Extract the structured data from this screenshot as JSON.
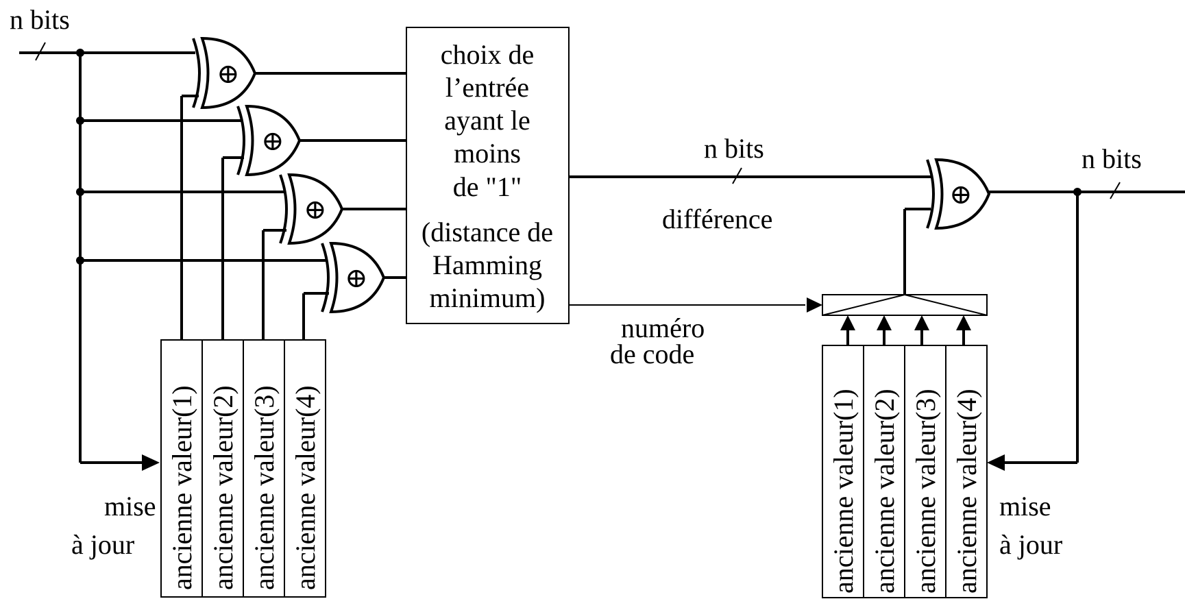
{
  "labels": {
    "input_bits": "n bits",
    "diff_bits": "n bits",
    "output_bits": "n bits",
    "difference": "différence",
    "code_number_line1": "numéro",
    "code_number_line2": "de code",
    "update_left_line1": "mise",
    "update_left_line2": "à jour",
    "update_right_line1": "mise",
    "update_right_line2": "à jour"
  },
  "selector_box": {
    "lines": [
      "choix de",
      "l’entrée",
      "ayant le",
      "moins",
      "de \"1\"",
      "(distance de",
      "Hamming",
      "minimum)"
    ]
  },
  "xor_symbol": "⊕",
  "left_registers": [
    "ancienne valeur(1)",
    "ancienne valeur(2)",
    "ancienne valeur(3)",
    "ancienne valeur(4)"
  ],
  "right_registers": [
    "ancienne valeur(1)",
    "ancienne valeur(2)",
    "ancienne valeur(3)",
    "ancienne valeur(4)"
  ]
}
